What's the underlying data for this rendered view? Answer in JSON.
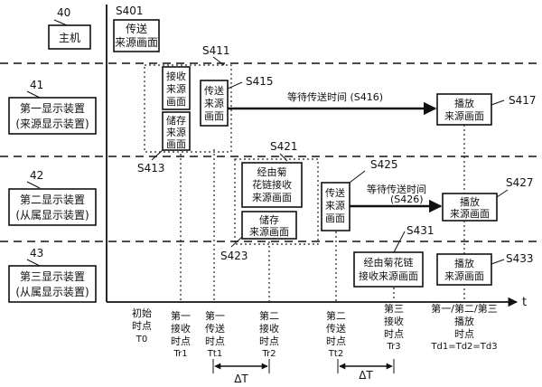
{
  "devices": {
    "host": {
      "ref": "40",
      "label": "主机"
    },
    "first": {
      "ref": "41",
      "line1": "第一显示装置",
      "line2": "(来源显示装置)"
    },
    "second": {
      "ref": "42",
      "line1": "第二显示装置",
      "line2": "(从属显示装置)"
    },
    "third": {
      "ref": "43",
      "line1": "第三显示装置",
      "line2": "(从属显示装置)"
    }
  },
  "steps": {
    "s401": {
      "id": "S401",
      "lines": [
        "传送",
        "来源画面"
      ]
    },
    "s411": {
      "id": "S411",
      "lines": [
        "接收",
        "来源",
        "画面"
      ]
    },
    "s413": {
      "id": "S413",
      "lines": [
        "储存",
        "来源",
        "画面"
      ]
    },
    "s415": {
      "id": "S415",
      "lines": [
        "传送",
        "来源",
        "画面"
      ]
    },
    "s416": {
      "label": "等待传送时间 (S416)"
    },
    "s417": {
      "id": "S417",
      "lines": [
        "播放",
        "来源画面"
      ]
    },
    "s421": {
      "id": "S421",
      "lines": [
        "经由菊",
        "花链接收",
        "来源画面"
      ]
    },
    "s423": {
      "id": "S423",
      "lines": [
        "储存",
        "来源画面"
      ]
    },
    "s425": {
      "id": "S425",
      "lines": [
        "传送",
        "来源",
        "画面"
      ]
    },
    "s426": {
      "line1": "等待传送时间",
      "line2": "(S426)"
    },
    "s427": {
      "id": "S427",
      "lines": [
        "播放",
        "来源画面"
      ]
    },
    "s431": {
      "id": "S431",
      "lines": [
        "经由菊花链",
        "接收来源画面"
      ]
    },
    "s433": {
      "id": "S433",
      "lines": [
        "播放",
        "来源画面"
      ]
    }
  },
  "axis": {
    "label": "t"
  },
  "time_points": [
    {
      "lines": [
        "初始",
        "时点",
        "T0"
      ]
    },
    {
      "lines": [
        "第一",
        "接收",
        "时点",
        "Tr1"
      ]
    },
    {
      "lines": [
        "第一",
        "传送",
        "时点",
        "Tt1"
      ]
    },
    {
      "lines": [
        "第二",
        "接收",
        "时点",
        "Tr2"
      ]
    },
    {
      "lines": [
        "第二",
        "传送",
        "时点",
        "Tt2"
      ]
    },
    {
      "lines": [
        "第三",
        "接收",
        "时点",
        "Tr3"
      ]
    },
    {
      "lines": [
        "第一/第二/第三",
        "播放",
        "时点",
        "Td1=Td2=Td3"
      ]
    }
  ],
  "intervals": [
    {
      "label": "ΔT"
    },
    {
      "label": "ΔT"
    }
  ]
}
